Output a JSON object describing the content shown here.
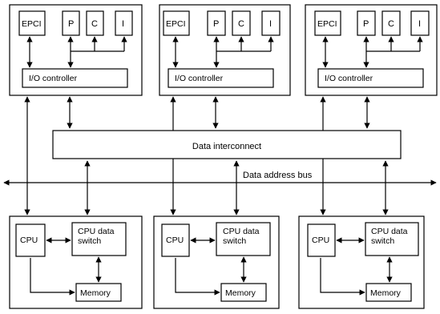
{
  "io_boards": [
    {
      "epci": "EPCI",
      "p": "P",
      "c": "C",
      "i": "I",
      "io_controller": "I/O controller"
    },
    {
      "epci": "EPCI",
      "p": "P",
      "c": "C",
      "i": "I",
      "io_controller": "I/O controller"
    },
    {
      "epci": "EPCI",
      "p": "P",
      "c": "C",
      "i": "I",
      "io_controller": "I/O controller"
    }
  ],
  "data_interconnect": "Data interconnect",
  "data_address_bus": "Data address bus",
  "cpu_boards": [
    {
      "cpu": "CPU",
      "switch_line1": "CPU data",
      "switch_line2": "switch",
      "memory": "Memory"
    },
    {
      "cpu": "CPU",
      "switch_line1": "CPU data",
      "switch_line2": "switch",
      "memory": "Memory"
    },
    {
      "cpu": "CPU",
      "switch_line1": "CPU data",
      "switch_line2": "switch",
      "memory": "Memory"
    }
  ]
}
